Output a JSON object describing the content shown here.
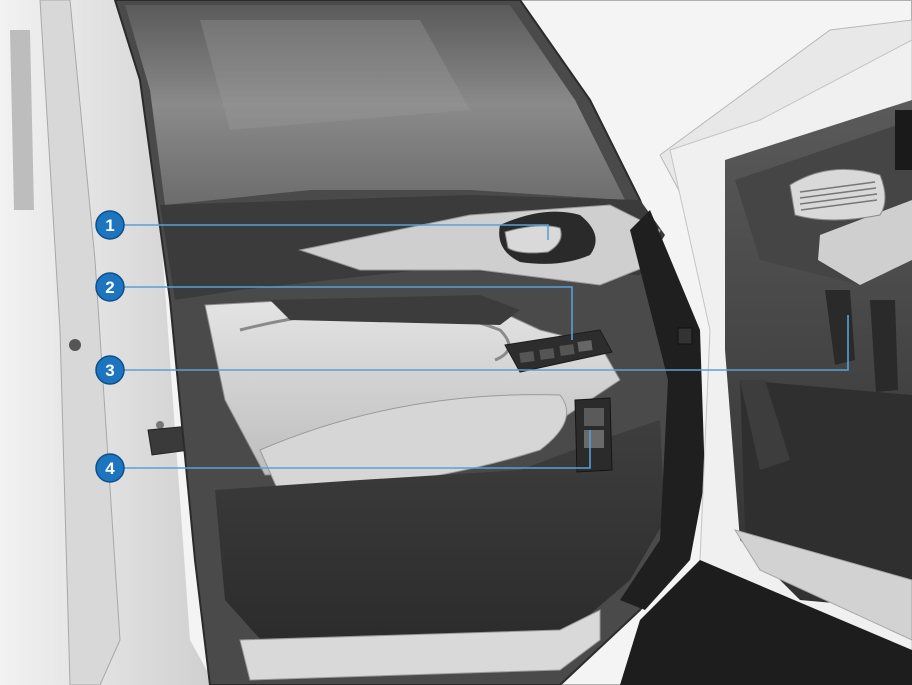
{
  "callouts": [
    {
      "number": "1"
    },
    {
      "number": "2"
    },
    {
      "number": "3"
    },
    {
      "number": "4"
    }
  ],
  "colors": {
    "callout_fill": "#1d74bf",
    "callout_line": "#5aa0d8",
    "trim_light": "#c9c9c9",
    "trim_dark": "#2e2e2e",
    "glass": "#7a7a7a",
    "body_white": "#eeeeee"
  }
}
